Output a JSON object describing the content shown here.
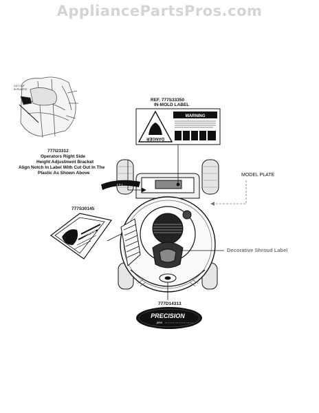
{
  "watermark": "AppliancePartsPros.com",
  "inset_caption": [
    "CUT OUT",
    "IN PLASTIC"
  ],
  "labels": {
    "in_mold": {
      "ref": "REF. 777S33350",
      "name": "IN-MOLD LABEL"
    },
    "operators": {
      "part": "777I23312",
      "lines": [
        "Operators Right Side",
        "Height Adjustment Bracket",
        "Align Notch In Label With Cut Out In The",
        "Plastic As Shown Above"
      ]
    },
    "model_plate": "MODEL PLATE",
    "danger_left": {
      "part": "777S30145"
    },
    "shroud": "Decorative Shroud Label",
    "precision": {
      "part": "777D14313",
      "brand": "PRECISION",
      "sub": "plus"
    }
  },
  "decal_text": {
    "danger": "DANGER",
    "warning": "WARNING"
  },
  "colors": {
    "ink": "#111111",
    "watermark": "#d4d4d4",
    "shroud_text": "#777777",
    "leader_dashed": "#777777"
  }
}
